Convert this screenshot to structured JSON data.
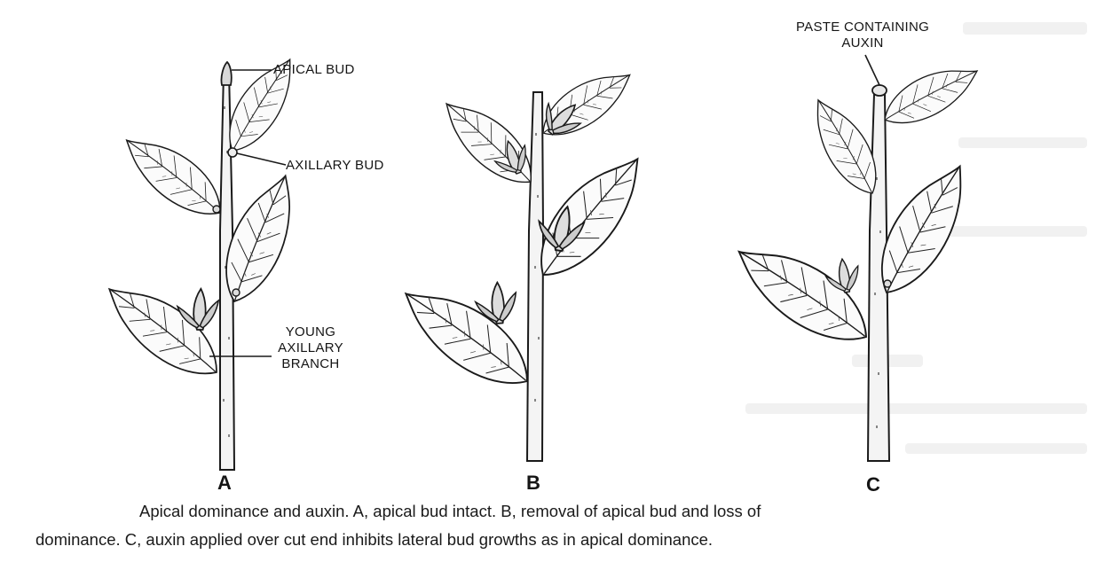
{
  "labels": {
    "apical_bud": "APICAL BUD",
    "axillary_bud": "AXILLARY BUD",
    "young_axillary_branch": [
      "YOUNG",
      "AXILLARY",
      "BRANCH"
    ],
    "paste_containing_auxin": [
      "PASTE CONTAINING",
      "AUXIN"
    ]
  },
  "panels": [
    "A",
    "B",
    "C"
  ],
  "caption": {
    "line1": "Apical dominance and auxin. A, apical bud intact. B, removal of apical bud and loss of",
    "line2": "dominance. C, auxin applied over cut end inhibits lateral bud growths as in apical dominance."
  }
}
